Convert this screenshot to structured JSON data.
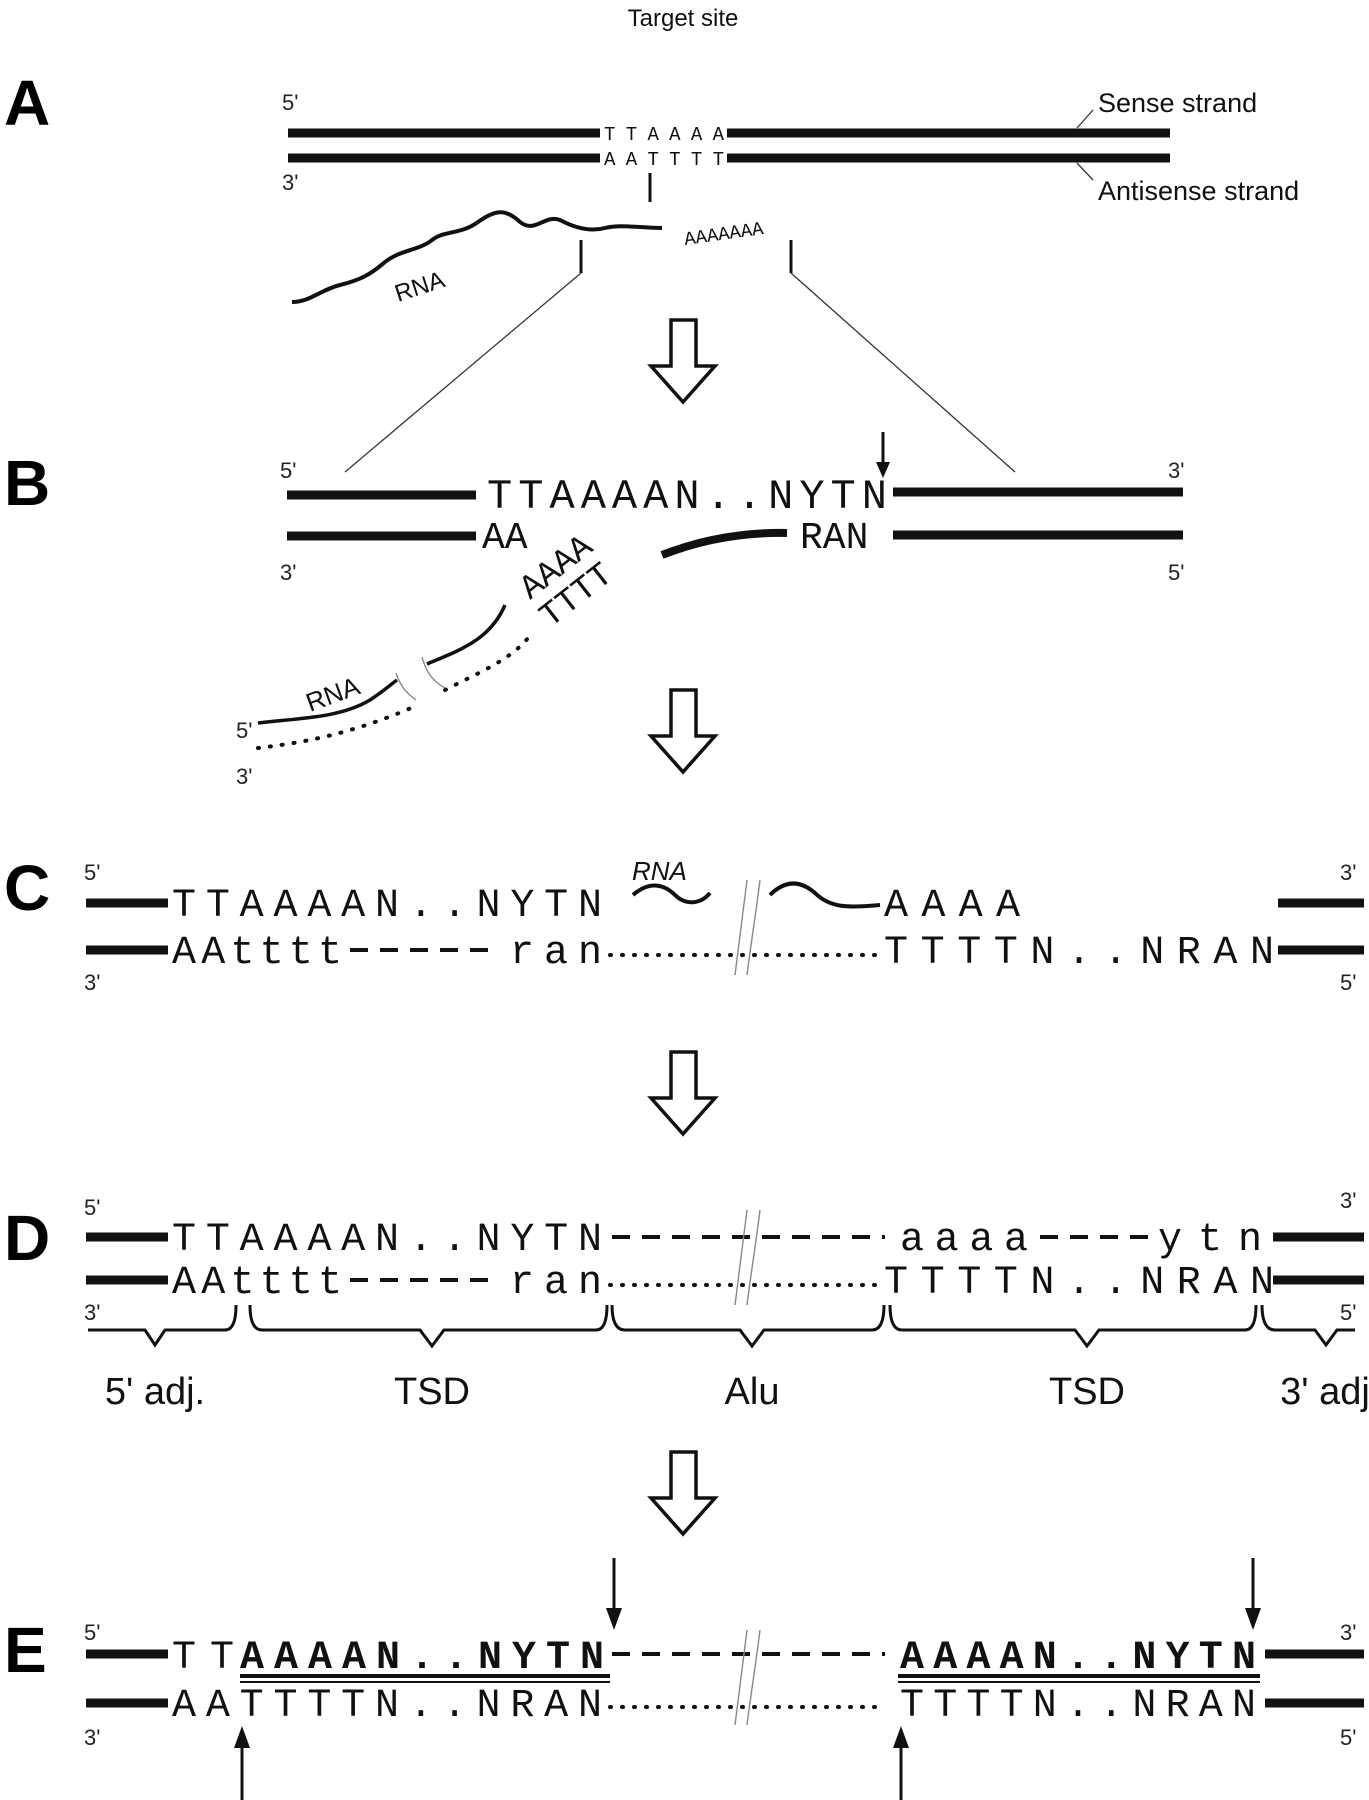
{
  "title": "Target site",
  "panels": {
    "A": {
      "label": "A",
      "end_5": "5'",
      "end_3": "3'",
      "sense_seq": "TTAAAA",
      "antisense_seq": "AATTTT",
      "sense_label": "Sense strand",
      "antisense_label": "Antisense strand",
      "rna_label": "RNA",
      "polyA": "AAAAAAA"
    },
    "B": {
      "label": "B",
      "end_5_top": "5'",
      "end_3_top": "3'",
      "end_3_bottom": "3'",
      "end_5_bottom": "5'",
      "top_seq": "TTAAAAN..NYTN",
      "bottom_left_seq": "AA",
      "bottom_right_seq": "RAN",
      "tilted_a": "AAAA",
      "tilted_t": "TTTT",
      "rna_label": "RNA",
      "rna_end_5": "5'",
      "rna_end_3": "3'"
    },
    "C": {
      "label": "C",
      "end_5_top": "5'",
      "end_3_top": "3'",
      "end_3_bottom": "3'",
      "end_5_bottom": "5'",
      "top_left": "TTAAAAN..NYTN",
      "rna_label": "RNA",
      "top_right": "AAAA",
      "bottom_left": "AAtttt",
      "bottom_mid": "ran",
      "bottom_right": "TTTTN..NRAN"
    },
    "D": {
      "label": "D",
      "end_5_top": "5'",
      "end_3_top": "3'",
      "end_3_bottom": "3'",
      "end_5_bottom": "5'",
      "top_left": "TTAAAAN..NYTN",
      "top_mid": "aaaa",
      "top_right": "ytn",
      "bottom_left": "AAtttt",
      "bottom_mid": "ran",
      "bottom_right": "TTTTN..NRAN",
      "regions": [
        "5' adj.",
        "TSD",
        "Alu",
        "TSD",
        "3' adj"
      ]
    },
    "E": {
      "label": "E",
      "end_5_top": "5'",
      "end_3_top": "3'",
      "end_3_bottom": "3'",
      "end_5_bottom": "5'",
      "top_left_plain": "TT",
      "top_left_bold": "AAAAN..NYTN",
      "top_right_bold": "AAAAN..NYTN",
      "bottom_left": "AATTTTN..NRAN",
      "bottom_right": "TTTTN..NRAN"
    }
  }
}
